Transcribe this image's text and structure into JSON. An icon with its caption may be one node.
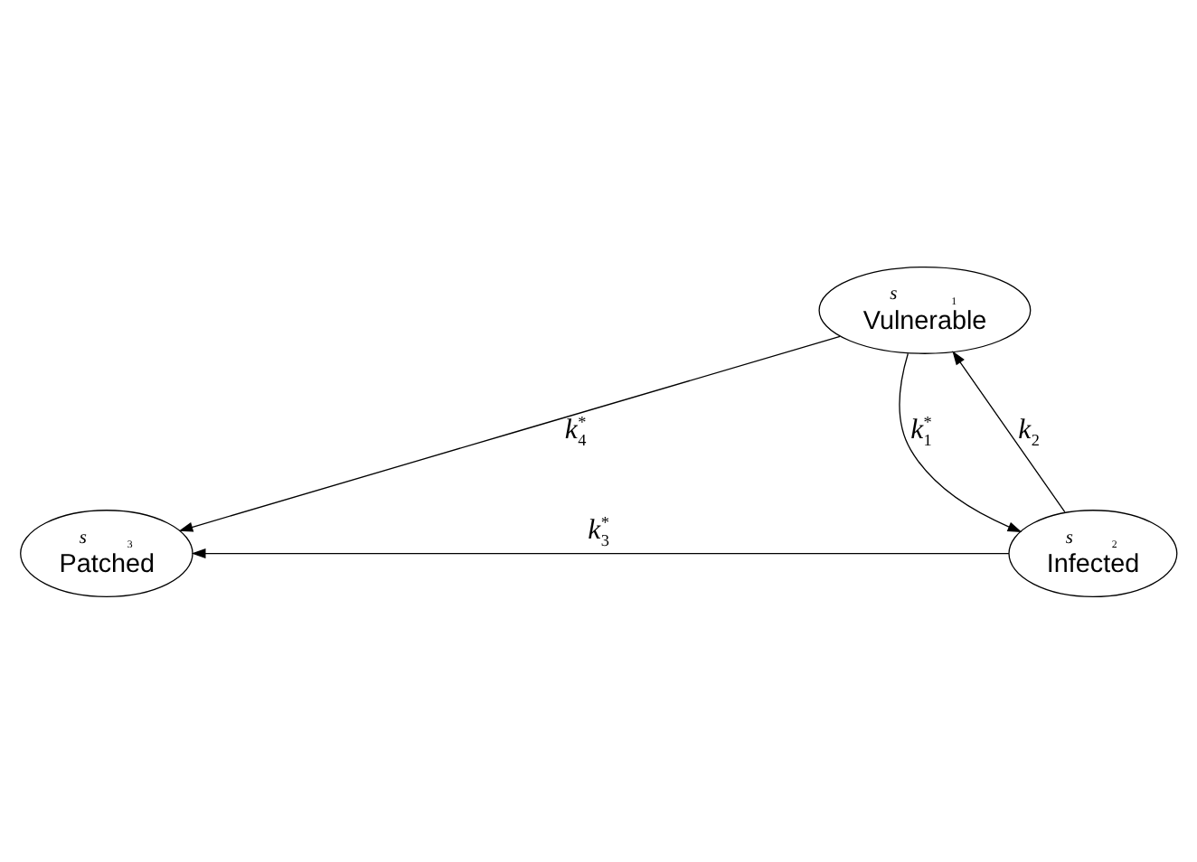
{
  "diagram": {
    "nodes": [
      {
        "text": [
          "s$_{1}$",
          "Vulnerable"
        ]
      },
      {
        "text": [
          "s$_{3}$",
          "Patched"
        ]
      },
      {
        "text": [
          "s$_{2}$",
          "Infected"
        ]
      }
    ],
    "edges": [
      {
        "from": 0,
        "to": 2,
        "arrow": "to",
        "label": "k$^{*}$$_{1}$"
      },
      {
        "from": 2,
        "to": 0,
        "arrow": "to",
        "label": "k$_{2}$"
      },
      {
        "from": 2,
        "to": 1,
        "arrow": "to",
        "label": "k$^{*}$$_{3}$"
      },
      {
        "from": 0,
        "to": 1,
        "arrow": "to",
        "label": "k$^{*}$$_{4}$"
      }
    ]
  }
}
